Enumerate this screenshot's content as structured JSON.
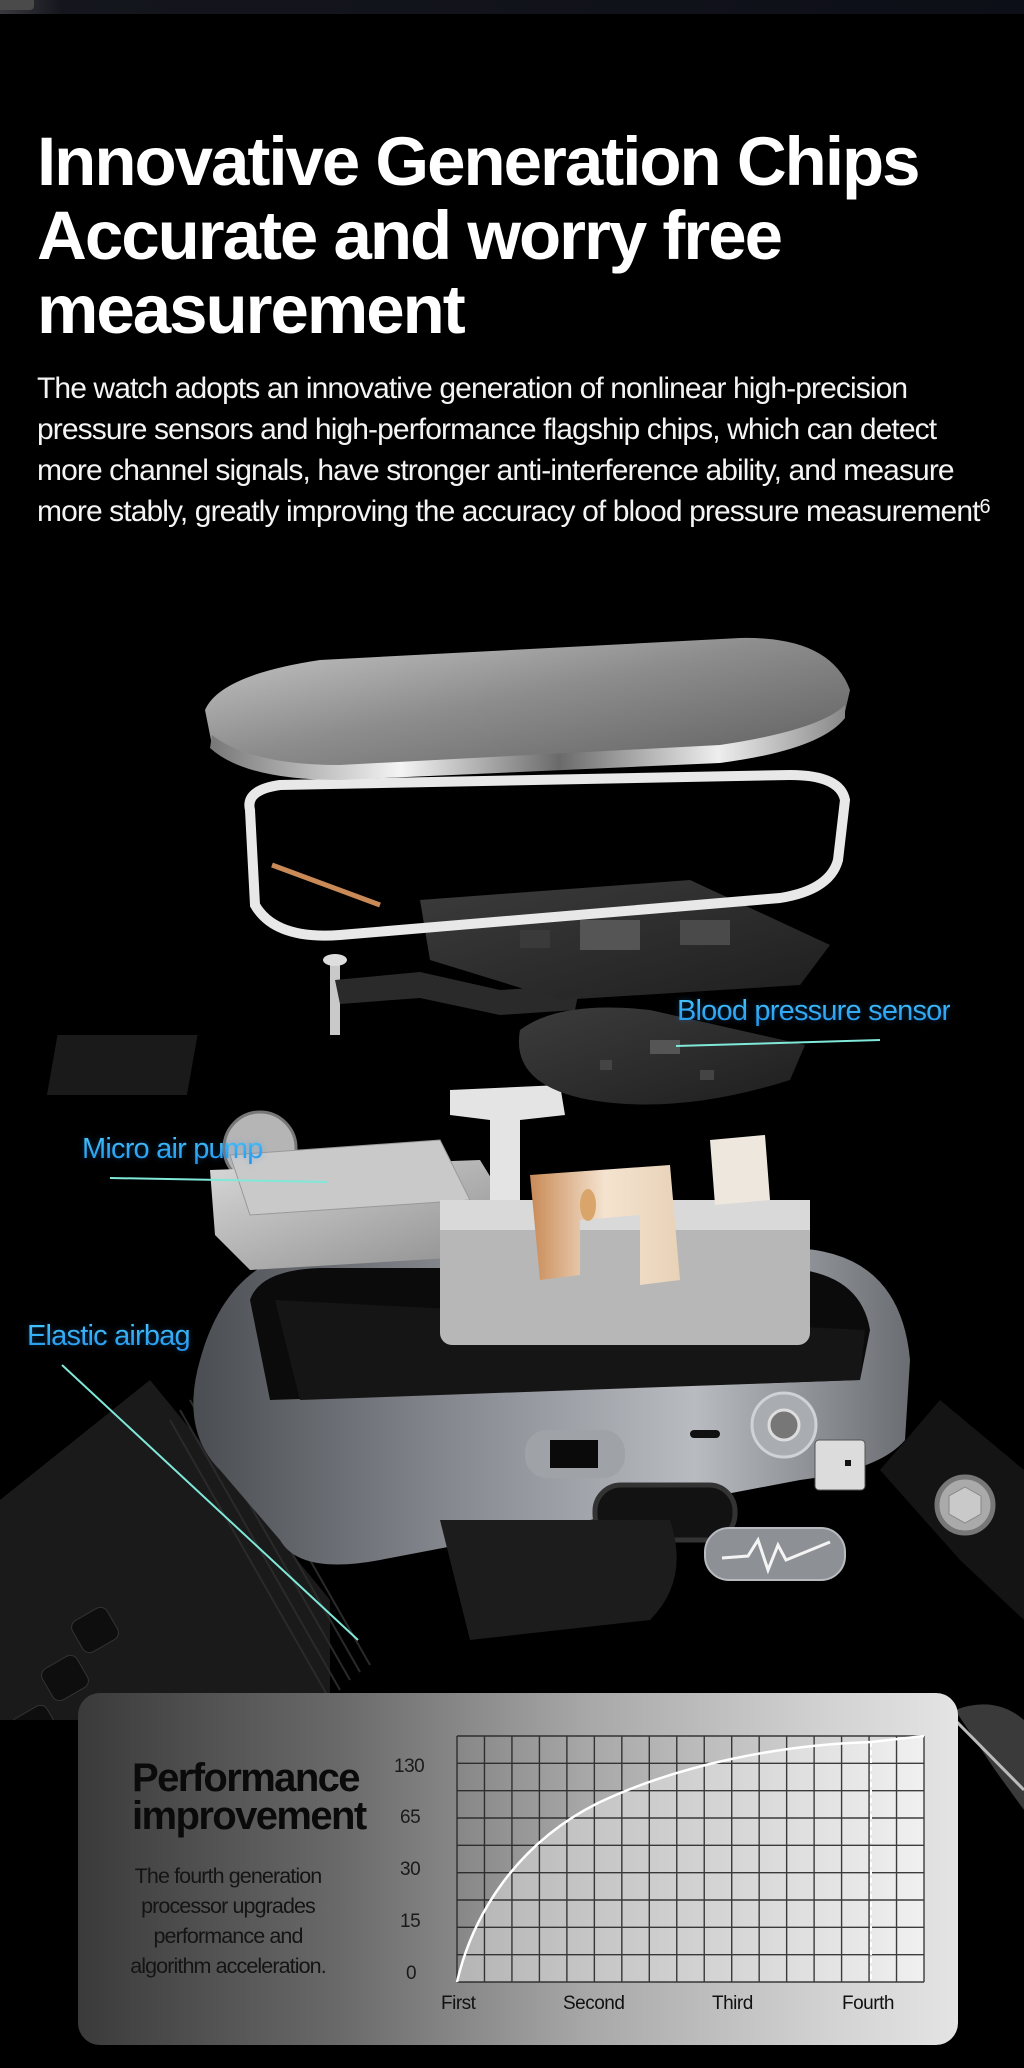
{
  "hero": {
    "title_lines": [
      "Innovative Generation Chips",
      "Accurate and worry free",
      "measurement"
    ],
    "description": "The watch adopts an innovative generation of nonlinear high-precision pressure sensors and high-performance flagship chips, which can detect more channel signals, have stronger anti-interference ability, and measure more stably, greatly improving the accuracy of blood pressure measurement",
    "footnote": "6"
  },
  "callouts": {
    "blood_pressure_sensor": "Blood pressure sensor",
    "micro_air_pump": "Micro air pump",
    "elastic_airbag": "Elastic airbag",
    "line_color": "#5fe0d0",
    "text_color": "#2aa8f0"
  },
  "watch_parts": [
    "display-glass",
    "frame-ring",
    "main-pcb",
    "flex-cable",
    "battery-block",
    "sensor-pcb",
    "air-pump",
    "pump-bracket",
    "watch-case",
    "crown",
    "side-button",
    "heart-rate-button",
    "strap"
  ],
  "performance_card": {
    "title_line1": "Performance",
    "title_line2": "improvement",
    "body_lines": [
      "The fourth generation",
      "processor upgrades",
      "performance and",
      "algorithm acceleration."
    ]
  },
  "chart_data": {
    "type": "area",
    "title": "Performance improvement",
    "xlabel": "",
    "ylabel": "",
    "categories": [
      "First",
      "Second",
      "Third",
      "Fourth"
    ],
    "y_tick_labels": [
      "130",
      "65",
      "30",
      "15",
      "0"
    ],
    "y_scale": "non-linear (labeled ticks 0, 15, 30, 65, 130)",
    "series": [
      {
        "name": "Performance",
        "values": [
          0,
          48,
          112,
          150
        ],
        "note": "Smooth concave curve rising steeply from First then flattening near top at Fourth"
      }
    ],
    "grid": true,
    "highlight_marker": {
      "category": "Fourth",
      "style": "dashed white vertical line"
    },
    "legend": "none"
  }
}
